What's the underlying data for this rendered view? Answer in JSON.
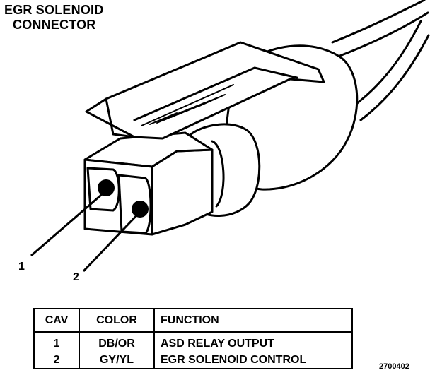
{
  "title": {
    "line1": "EGR SOLENOID",
    "line2": "CONNECTOR"
  },
  "callouts": [
    {
      "label": "1"
    },
    {
      "label": "2"
    }
  ],
  "table": {
    "headers": [
      "CAV",
      "COLOR",
      "FUNCTION"
    ],
    "rows": [
      {
        "cav": "1",
        "color": "DB/OR",
        "function": "ASD RELAY OUTPUT"
      },
      {
        "cav": "2",
        "color": "GY/YL",
        "function": "EGR SOLENOID CONTROL"
      }
    ]
  },
  "figure_id": "2700402"
}
